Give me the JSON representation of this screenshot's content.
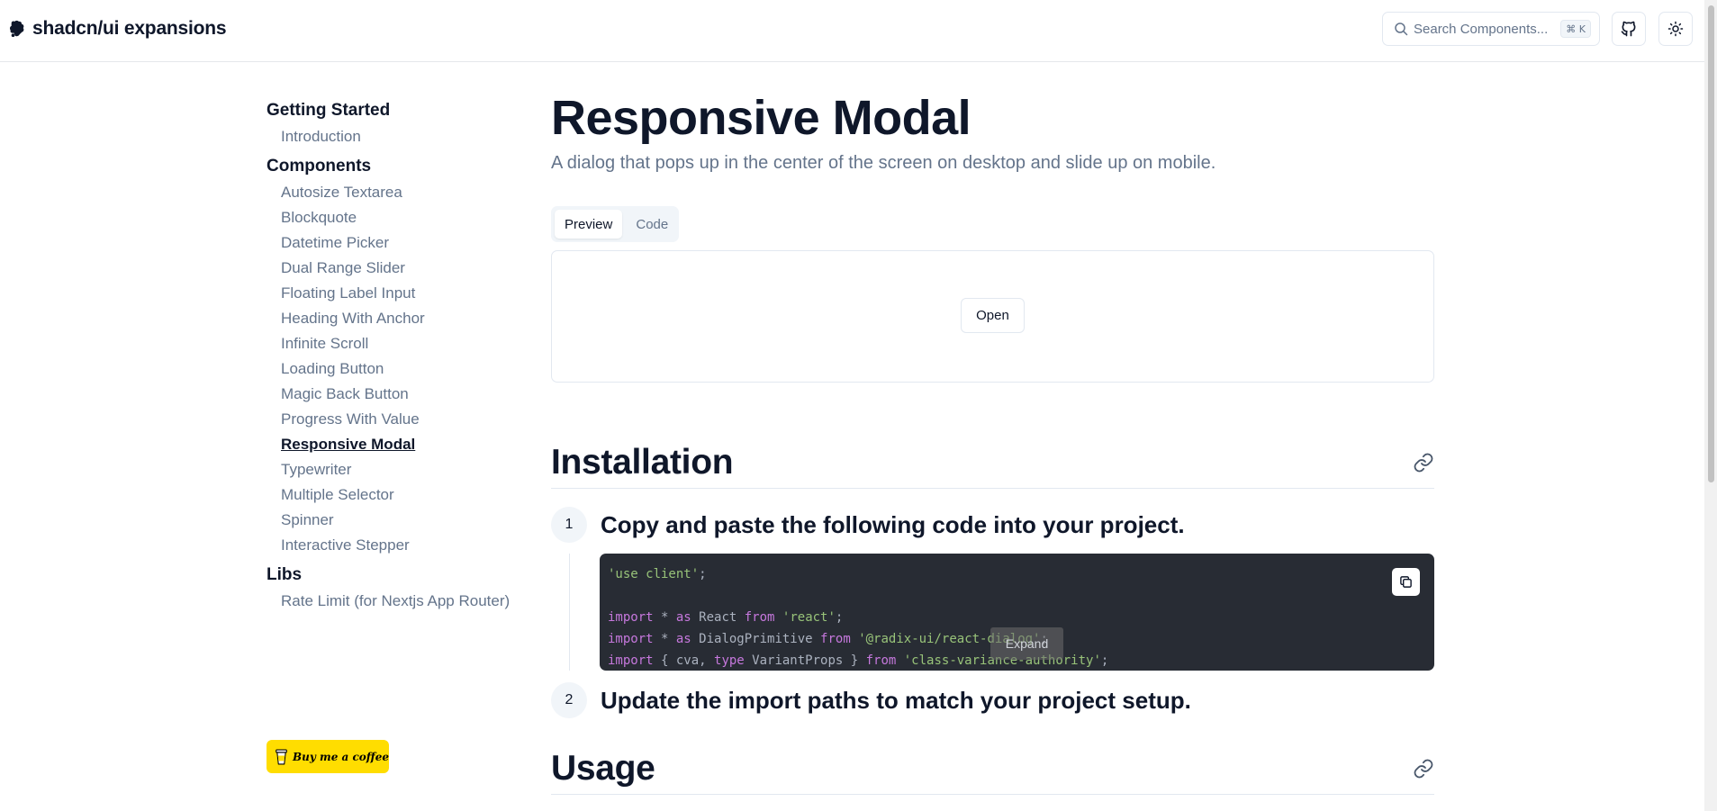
{
  "header": {
    "brand_name": "shadcn/ui expansions",
    "search": {
      "placeholder": "Search Components...",
      "shortcut": "⌘ K"
    }
  },
  "sidebar": {
    "groups": [
      {
        "heading": "Getting Started",
        "items": [
          "Introduction"
        ]
      },
      {
        "heading": "Components",
        "items": [
          "Autosize Textarea",
          "Blockquote",
          "Datetime Picker",
          "Dual Range Slider",
          "Floating Label Input",
          "Heading With Anchor",
          "Infinite Scroll",
          "Loading Button",
          "Magic Back Button",
          "Progress With Value",
          "Responsive Modal",
          "Typewriter",
          "Multiple Selector",
          "Spinner",
          "Interactive Stepper"
        ]
      },
      {
        "heading": "Libs",
        "items": [
          "Rate Limit (for Nextjs App Router)"
        ]
      }
    ],
    "active_item": "Responsive Modal",
    "buy_coffee_label": "Buy me a coffee"
  },
  "main": {
    "title": "Responsive Modal",
    "subtitle": "A dialog that pops up in the center of the screen on desktop and slide up on mobile.",
    "tabs": [
      {
        "label": "Preview",
        "active": true
      },
      {
        "label": "Code",
        "active": false
      }
    ],
    "preview": {
      "open_button_label": "Open"
    },
    "installation": {
      "title": "Installation",
      "steps": [
        {
          "number": "1",
          "text": "Copy and paste the following code into your project."
        },
        {
          "number": "2",
          "text": "Update the import paths to match your project setup."
        }
      ],
      "code_lines": [
        [
          {
            "t": "'use client'",
            "c": "str"
          },
          {
            "t": ";",
            "c": "plain"
          }
        ],
        [],
        [
          {
            "t": "import",
            "c": "kw"
          },
          {
            "t": " * ",
            "c": "plain"
          },
          {
            "t": "as",
            "c": "kw"
          },
          {
            "t": " React ",
            "c": "plain"
          },
          {
            "t": "from",
            "c": "kw"
          },
          {
            "t": " ",
            "c": "plain"
          },
          {
            "t": "'react'",
            "c": "str"
          },
          {
            "t": ";",
            "c": "plain"
          }
        ],
        [
          {
            "t": "import",
            "c": "kw"
          },
          {
            "t": " * ",
            "c": "plain"
          },
          {
            "t": "as",
            "c": "kw"
          },
          {
            "t": " DialogPrimitive ",
            "c": "plain"
          },
          {
            "t": "from",
            "c": "kw"
          },
          {
            "t": " ",
            "c": "plain"
          },
          {
            "t": "'@radix-ui/react-dialog'",
            "c": "str"
          },
          {
            "t": ";",
            "c": "plain"
          }
        ],
        [
          {
            "t": "import",
            "c": "kw"
          },
          {
            "t": " { cva, ",
            "c": "plain"
          },
          {
            "t": "type",
            "c": "kw"
          },
          {
            "t": " VariantProps } ",
            "c": "plain"
          },
          {
            "t": "from",
            "c": "kw"
          },
          {
            "t": " ",
            "c": "plain"
          },
          {
            "t": "'class-variance-authority'",
            "c": "str"
          },
          {
            "t": ";",
            "c": "plain"
          }
        ]
      ],
      "expand_label": "Expand"
    },
    "usage": {
      "title": "Usage"
    }
  },
  "colors": {
    "text_primary": "#0f172a",
    "text_muted": "#64748b",
    "code_bg": "#282c34",
    "code_string": "#98c379",
    "code_keyword": "#c678dd",
    "coffee_yellow": "#ffdd00"
  },
  "icons": {
    "brand": "puzzle-logo-icon",
    "search": "search-icon",
    "github": "github-icon",
    "theme": "sun-icon",
    "anchor": "link-icon",
    "copy": "copy-icon",
    "coffee": "coffee-cup-icon"
  }
}
